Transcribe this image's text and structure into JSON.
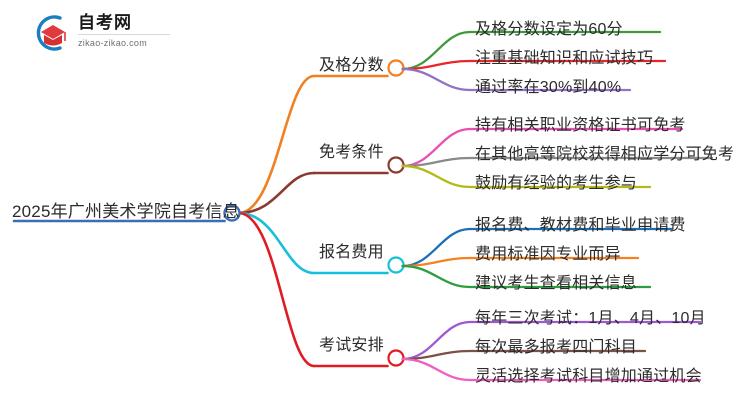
{
  "logo": {
    "title": "自考网",
    "domain": "zikao-zikao.com",
    "mark_blue": "#1a7fc1",
    "mark_red": "#e03a3e"
  },
  "mindmap": {
    "root": {
      "label": "2025年广州美术学院自考信息",
      "color": "#3a6fb5"
    },
    "branches": [
      {
        "label": "及格分数",
        "color": "#f08021",
        "children": [
          {
            "label": "及格分数设定为60分",
            "color": "#3f9a3f"
          },
          {
            "label": "注重基础知识和应试技巧",
            "color": "#e8262b"
          },
          {
            "label": "通过率在30%到40%",
            "color": "#9471c9"
          }
        ]
      },
      {
        "label": "免考条件",
        "color": "#8c3a31",
        "children": [
          {
            "label": "持有相关职业资格证书可免考",
            "color": "#e84fb0"
          },
          {
            "label": "在其他高等院校获得相应学分可免考",
            "color": "#8a8a8a"
          },
          {
            "label": "鼓励有经验的考生参与",
            "color": "#b5b916"
          }
        ]
      },
      {
        "label": "报名费用",
        "color": "#17c0d8",
        "children": [
          {
            "label": "报名费、教材费和毕业申请费",
            "color": "#1e6fb8"
          },
          {
            "label": "费用标准因专业而异",
            "color": "#f58220"
          },
          {
            "label": "建议考生查看相关信息",
            "color": "#2f9c3f"
          }
        ]
      },
      {
        "label": "考试安排",
        "color": "#e11b22",
        "children": [
          {
            "label": "每年三次考试：1月、4月、10月",
            "color": "#9e58d6"
          },
          {
            "label": "每次最多报考四门科目",
            "color": "#7a5247"
          },
          {
            "label": "灵活选择考试科目增加通过机会",
            "color": "#ef5fc0"
          }
        ]
      }
    ]
  }
}
